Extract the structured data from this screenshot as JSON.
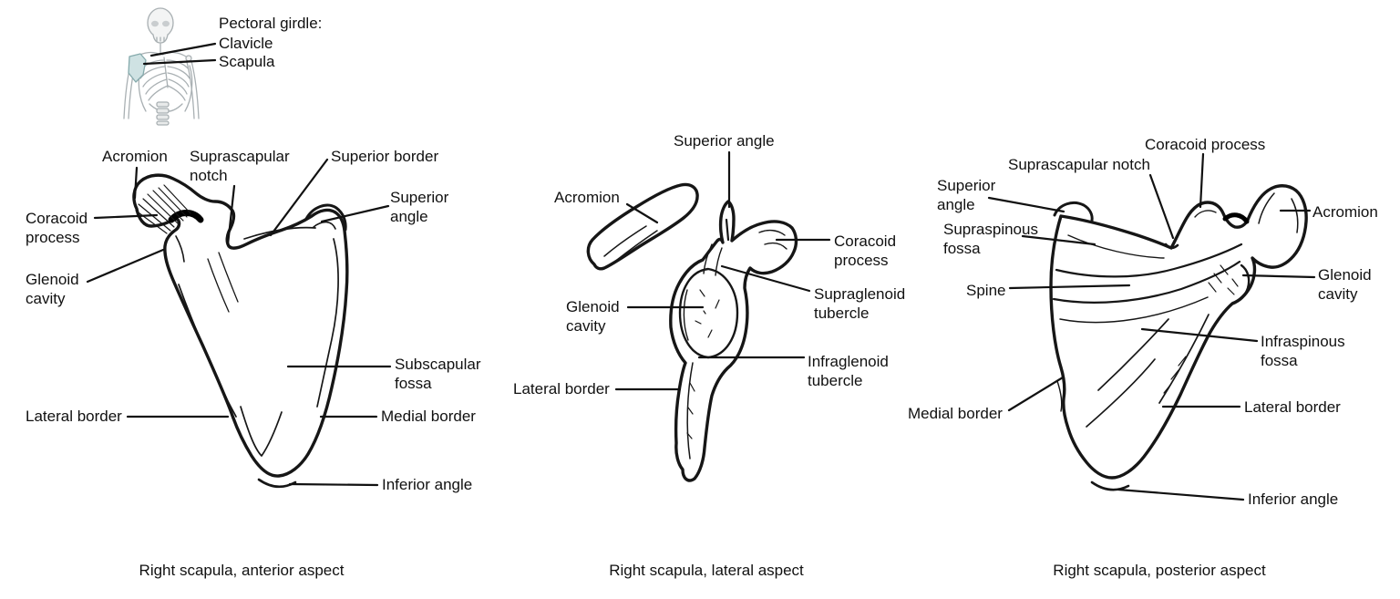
{
  "figure": {
    "subject": "Right scapula (shoulder blade), three views with anatomical labels",
    "colors": {
      "line": "#161616",
      "text": "#111111",
      "scapula_highlight": "#cfe2e3"
    }
  },
  "inset": {
    "title": "Pectoral girdle:",
    "items": [
      {
        "label": "Clavicle"
      },
      {
        "label": "Scapula"
      }
    ]
  },
  "panels": [
    {
      "id": "anterior",
      "caption": "Right scapula, anterior aspect",
      "labels": [
        {
          "text": "Acromion"
        },
        {
          "text": "Suprascapular notch"
        },
        {
          "text": "Superior border"
        },
        {
          "text": "Superior angle"
        },
        {
          "text": "Coracoid process"
        },
        {
          "text": "Glenoid cavity"
        },
        {
          "text": "Subscapular fossa"
        },
        {
          "text": "Lateral border"
        },
        {
          "text": "Medial border"
        },
        {
          "text": "Inferior angle"
        }
      ]
    },
    {
      "id": "lateral",
      "caption": "Right scapula, lateral aspect",
      "labels": [
        {
          "text": "Superior angle"
        },
        {
          "text": "Acromion"
        },
        {
          "text": "Coracoid process"
        },
        {
          "text": "Supraglenoid tubercle"
        },
        {
          "text": "Glenoid cavity"
        },
        {
          "text": "Infraglenoid tubercle"
        },
        {
          "text": "Lateral border"
        }
      ]
    },
    {
      "id": "posterior",
      "caption": "Right scapula, posterior aspect",
      "labels": [
        {
          "text": "Coracoid process"
        },
        {
          "text": "Suprascapular notch"
        },
        {
          "text": "Superior angle"
        },
        {
          "text": "Supraspinous fossa"
        },
        {
          "text": "Spine"
        },
        {
          "text": "Acromion"
        },
        {
          "text": "Glenoid cavity"
        },
        {
          "text": "Infraspinous fossa"
        },
        {
          "text": "Medial border"
        },
        {
          "text": "Lateral border"
        },
        {
          "text": "Inferior angle"
        }
      ]
    }
  ]
}
